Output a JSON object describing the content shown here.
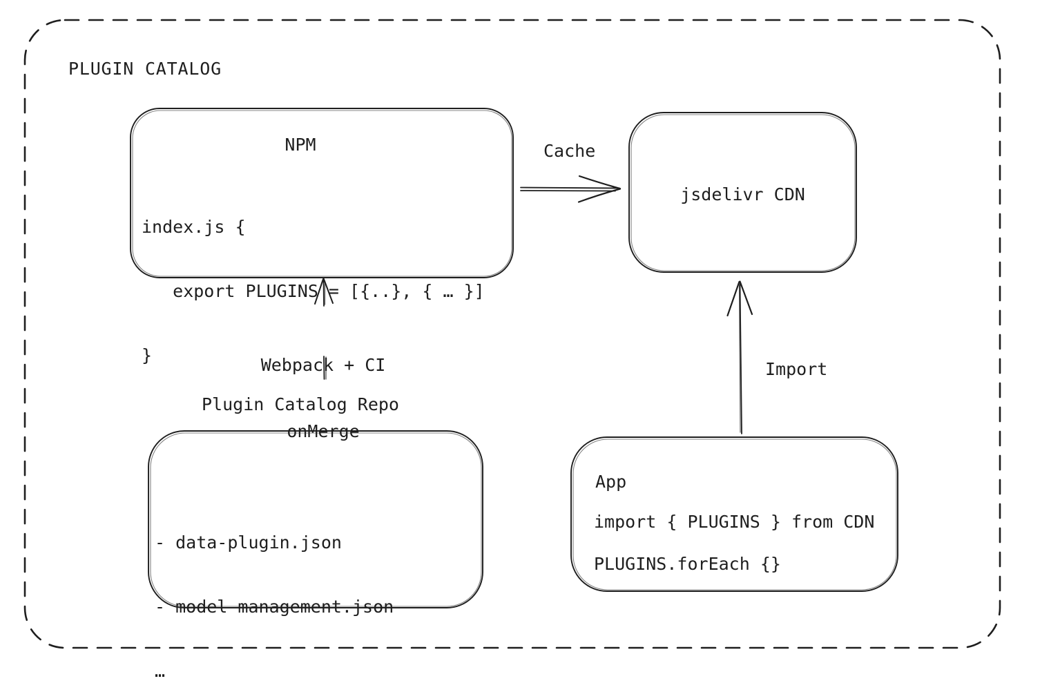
{
  "page": {
    "title": "PLUGIN CATALOG",
    "background_color": "#ffffff",
    "stroke_color": "#1e1e1e"
  },
  "nodes": {
    "npm": {
      "title": "NPM",
      "code": [
        "index.js {",
        "   export PLUGINS = [{..}, { … }]",
        "}"
      ]
    },
    "cdn": {
      "label": "jsdelivr CDN"
    },
    "repo": {
      "title": "Plugin Catalog Repo",
      "files": [
        "- data-plugin.json",
        "- model-management.json",
        "…"
      ]
    },
    "app": {
      "title": "App",
      "code": [
        "import { PLUGINS } from CDN",
        "PLUGINS.forEach {}"
      ]
    }
  },
  "edges": {
    "cache": {
      "label": "Cache"
    },
    "build": {
      "label_line1": "Webpack + CI",
      "label_line2": "onMerge"
    },
    "import": {
      "label": "Import"
    }
  }
}
